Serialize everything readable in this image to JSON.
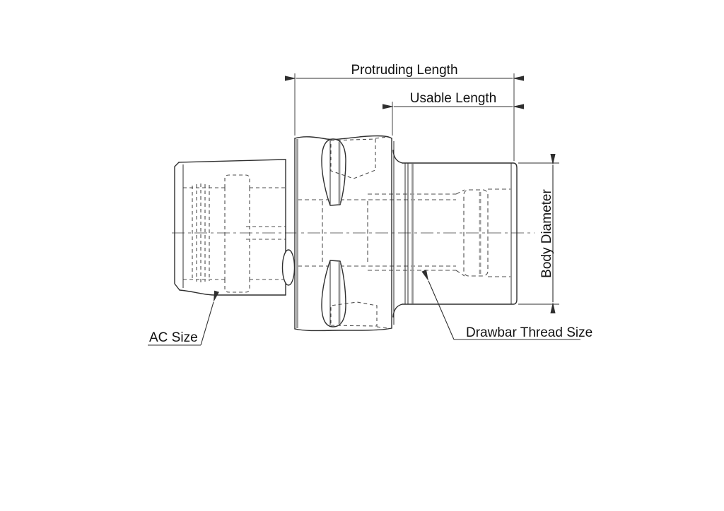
{
  "drawing": {
    "background_color": "#ffffff",
    "outline_color": "#2f2f2f",
    "hidden_line_color": "#4d4d4d",
    "highlight_line_color": "#9a9a9a",
    "centerline_color": "#8a8a8a",
    "text_color": "#111111",
    "dimensions": {
      "protruding_length": {
        "label": "Protruding Length"
      },
      "usable_length": {
        "label": "Usable Length"
      },
      "body_diameter": {
        "label": "Body Diameter"
      }
    },
    "callouts": {
      "ac_size": {
        "label": "AC Size"
      },
      "drawbar_thread_size": {
        "label": "Drawbar Thread Size"
      }
    }
  }
}
